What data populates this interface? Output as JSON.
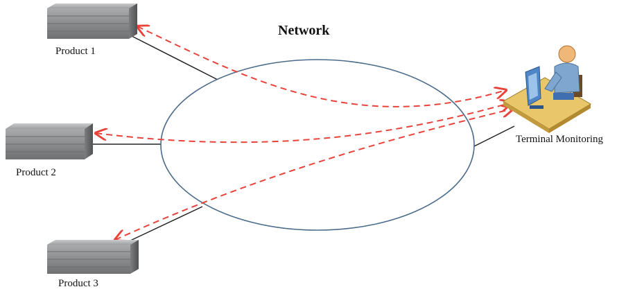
{
  "title": "Network",
  "products": [
    {
      "label": "Product 1"
    },
    {
      "label": "Product 2"
    },
    {
      "label": "Product 3"
    }
  ],
  "terminal": {
    "label": "Terminal Monitoring"
  },
  "colors": {
    "ellipse_stroke": "#4a6a8a",
    "link_line": "#222222",
    "arrow": "#e8423a",
    "server_body": "#8f9193",
    "desk": "#e9c66a",
    "person_shirt": "#7ea6cf",
    "monitor": "#4f86c6"
  }
}
